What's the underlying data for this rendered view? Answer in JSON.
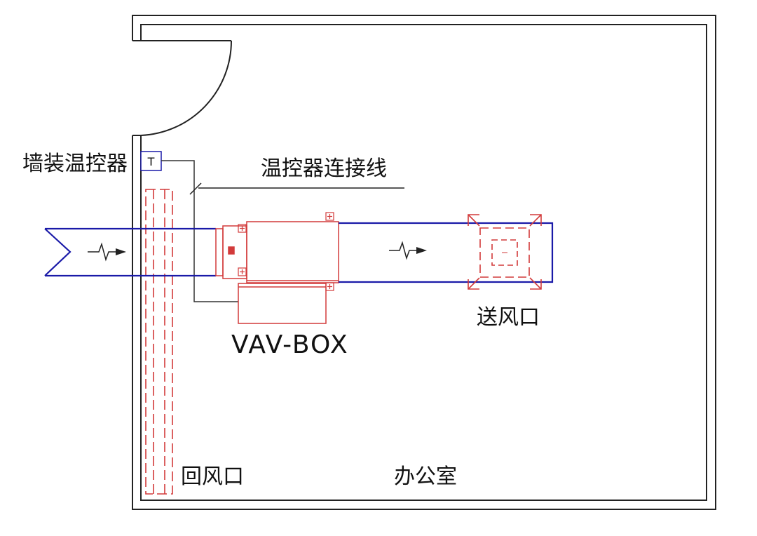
{
  "labels": {
    "thermostat": "墙装温控器",
    "thermostat_symbol": "T",
    "thermostat_wire": "温控器连接线",
    "vav_box": "VAV-BOX",
    "supply_outlet": "送风口",
    "return_outlet": "回风口",
    "room": "办公室"
  },
  "colors": {
    "wall": "#222222",
    "duct": "#1a1aa8",
    "equipment": "#d23a3a",
    "wire": "#333333"
  }
}
